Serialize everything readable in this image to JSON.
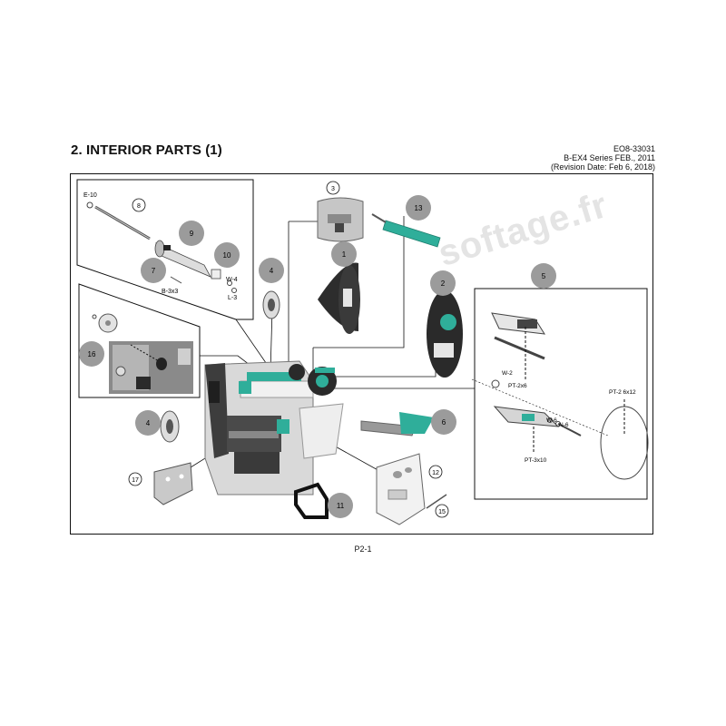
{
  "page": {
    "section_title": "2. INTERIOR PARTS (1)",
    "doc_number": "EO8-33031",
    "series_line": "B-EX4 Series FEB., 2011",
    "revision_line": "(Revision Date: Feb 6, 2018)",
    "page_number": "P2-1",
    "watermark": "softage.fr"
  },
  "callouts": {
    "c1": "1",
    "c2": "2",
    "c3": "3",
    "c4a": "4",
    "c4b": "4",
    "c5": "5",
    "c6": "6",
    "c7": "7",
    "c8a": "8",
    "c9": "9",
    "c10": "10",
    "c11": "11",
    "c12": "12",
    "c13": "13",
    "c15": "15",
    "c16": "16",
    "c17": "17"
  },
  "hardware_labels": {
    "e10": "E-10",
    "b3x3": "B-3x3",
    "w4": "W-4",
    "l3": "L-3",
    "w2": "W-2",
    "pt2x6": "PT-2x6",
    "pt2x12": "PT-2 6x12",
    "w6": "W-6",
    "n6": "N-6",
    "pt3x10": "PT-3x10"
  },
  "colors": {
    "callout_fill": "#9b9b9b",
    "accent_teal": "#2fae9a",
    "line": "#111111"
  }
}
